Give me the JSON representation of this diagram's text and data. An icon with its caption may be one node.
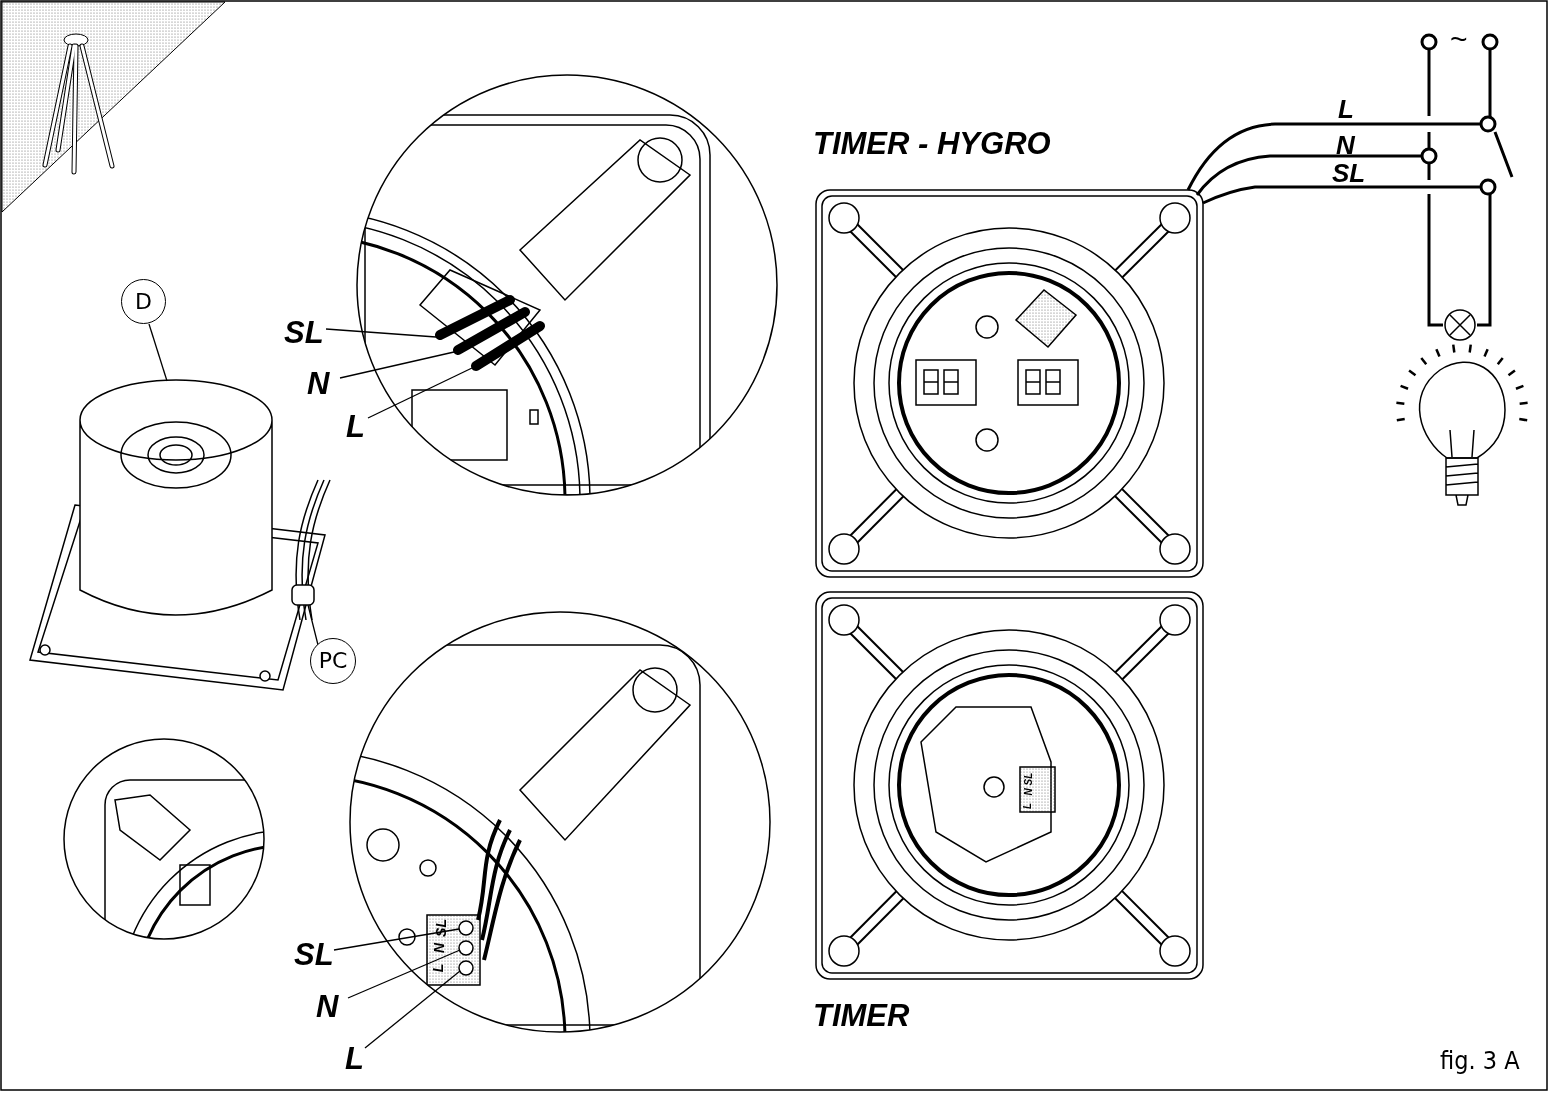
{
  "diagram": {
    "nodes": [
      {
        "text": [
          "D"
        ]
      },
      {
        "text": [
          "PC"
        ]
      },
      {
        "text": [
          "SL"
        ]
      },
      {
        "text": [
          "N"
        ]
      },
      {
        "text": [
          "L"
        ]
      },
      {
        "text": [
          "SL"
        ]
      },
      {
        "text": [
          "N"
        ]
      },
      {
        "text": [
          "L"
        ]
      },
      {
        "text": [],
        "shape": "cylinder"
      },
      {
        "text": [],
        "shape": "box"
      },
      {
        "text": [],
        "shape": "bar"
      },
      {
        "text": [],
        "shape": "bar"
      },
      {
        "text": [],
        "shape": "bar"
      },
      {
        "text": [],
        "shape": "circle"
      },
      {
        "text": [],
        "shape": "circle"
      },
      {
        "text": [],
        "shape": "circle"
      }
    ],
    "edges": [
      {
        "from": 0,
        "to": 8,
        "arrow": "none"
      },
      {
        "from": 1,
        "to": 9,
        "arrow": "none"
      },
      {
        "from": 2,
        "to": 10,
        "arrow": "none"
      },
      {
        "from": 3,
        "to": 11,
        "arrow": "none"
      },
      {
        "from": 4,
        "to": 12,
        "arrow": "none"
      },
      {
        "from": 5,
        "to": 13,
        "arrow": "none"
      },
      {
        "from": 6,
        "to": 14,
        "arrow": "none"
      },
      {
        "from": 7,
        "to": 15,
        "arrow": "none"
      }
    ],
    "labels": [
      "~",
      "L",
      "TIMER - HYGRO",
      "N",
      "SL",
      "SL",
      "N",
      "L",
      "SL",
      "N",
      "L",
      "TIMER",
      "fig. 3 A"
    ]
  }
}
